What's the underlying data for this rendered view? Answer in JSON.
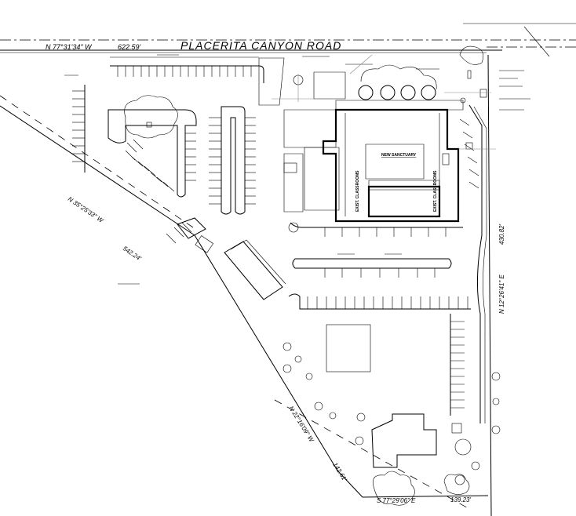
{
  "road": {
    "name": "PLACERITA CANYON ROAD",
    "bearing": "N 77°31'34\" W",
    "distance": "622.59'"
  },
  "boundaries": {
    "west_bearing": "N 35°25'33\" W",
    "west_distance": "542.24'",
    "east_bearing": "N 12°26'41\" E",
    "east_distance": "430.82'",
    "southwest_bearing": "N 22°16'09\" W",
    "southwest_distance": "142.61'",
    "south_bearing": "S 77°29'06\" E",
    "south_distance": "139.23'"
  },
  "buildings": {
    "new_sanctuary": "NEW SANCTUARY",
    "exist_classrooms_left": "EXIST. CLASSROOMS",
    "exist_classrooms_right": "EXIST. CLASSROOMS"
  }
}
